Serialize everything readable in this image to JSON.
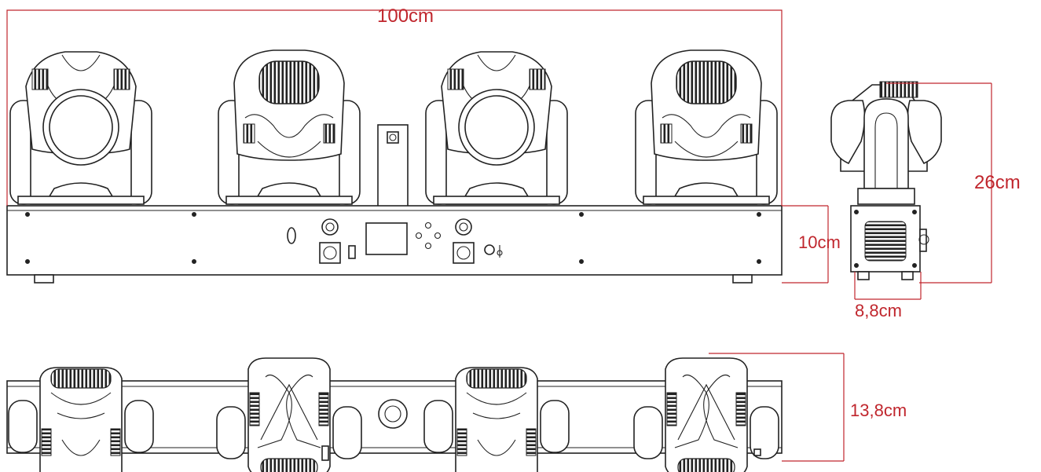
{
  "labels": {
    "width": "100cm",
    "height": "26cm",
    "base_height": "10cm",
    "depth": "8,8cm",
    "top_depth": "13,8cm"
  },
  "colors": {
    "dimension": "#c0262d",
    "line": "#222222",
    "background": "#ffffff"
  }
}
